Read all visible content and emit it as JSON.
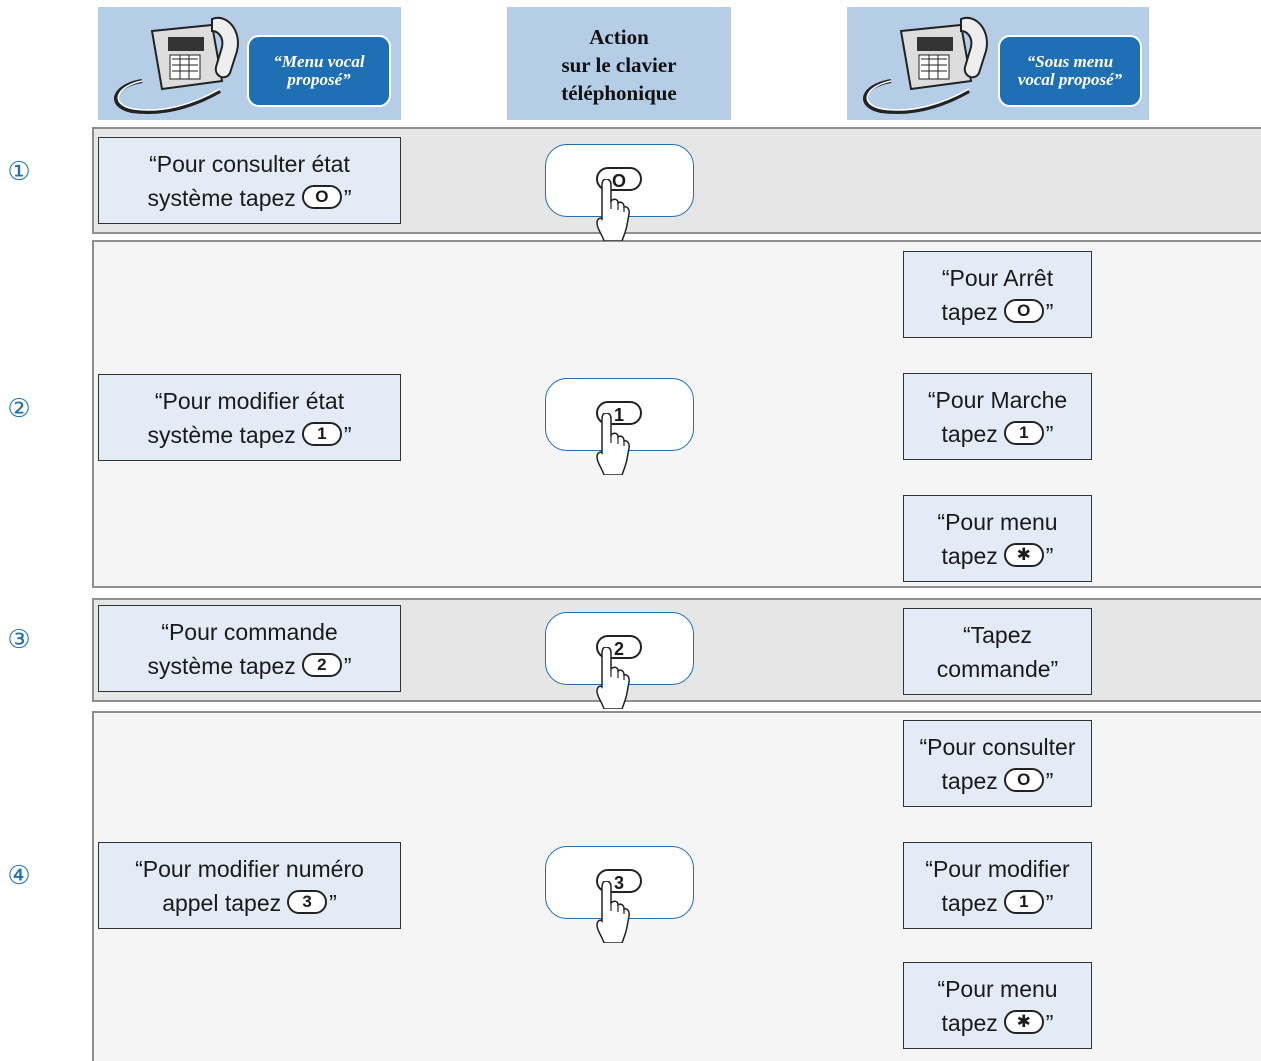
{
  "header": {
    "left_bubble": "“Menu vocal\nproposé”",
    "middle_title": "Action\nsur le clavier\ntéléphonique",
    "right_bubble": "“Sous menu\nvocal proposé”"
  },
  "steps": [
    {
      "number": "①",
      "prompt_line1": "“Pour consulter état",
      "prompt_line2": "système tapez",
      "key": "O",
      "press_key": "O",
      "submenus": []
    },
    {
      "number": "②",
      "prompt_line1": "“Pour modifier état",
      "prompt_line2": "système tapez",
      "key": "1",
      "press_key": "1",
      "submenus": [
        {
          "line1": "“Pour Arrêt",
          "line2": "tapez",
          "key": "O"
        },
        {
          "line1": "“Pour Marche",
          "line2": "tapez",
          "key": "1"
        },
        {
          "line1": "“Pour menu",
          "line2": "tapez",
          "key": "✱"
        }
      ]
    },
    {
      "number": "③",
      "prompt_line1": "“Pour commande",
      "prompt_line2": "système tapez",
      "key": "2",
      "press_key": "2",
      "submenus": [
        {
          "line1": "“Tapez",
          "line2": "commande”",
          "key": ""
        }
      ]
    },
    {
      "number": "④",
      "prompt_line1": "“Pour modifier numéro",
      "prompt_line2": "appel tapez",
      "key": "3",
      "press_key": "3",
      "submenus": [
        {
          "line1": "“Pour consulter",
          "line2": "tapez",
          "key": "O"
        },
        {
          "line1": "“Pour modifier",
          "line2": "tapez",
          "key": "1"
        },
        {
          "line1": "“Pour menu",
          "line2": "tapez",
          "key": "✱"
        }
      ]
    }
  ],
  "closing_quote": "”",
  "colors": {
    "header_bg": "#b6cde8",
    "bubble": "#1f6fb4",
    "box_bg": "#e3ebf6",
    "section_dark": "#e6e6e6",
    "section_light": "#f5f5f5"
  },
  "icons": [
    "telephone-icon",
    "finger-press-icon"
  ]
}
